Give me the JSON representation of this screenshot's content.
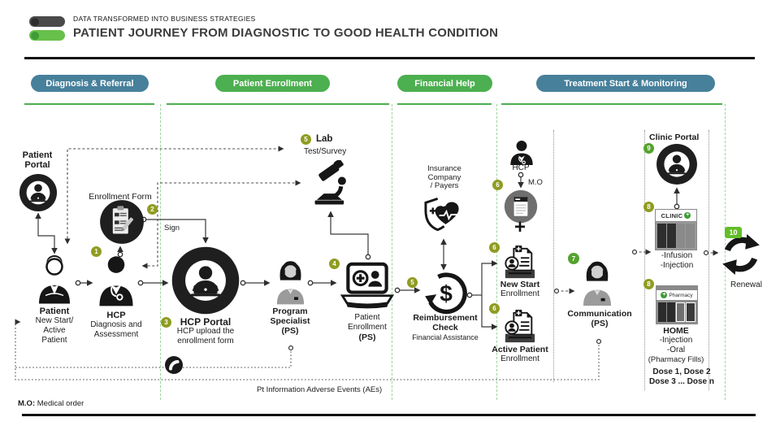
{
  "header": {
    "tagline": "DATA TRANSFORMED INTO BUSINESS STRATEGIES",
    "title": "PATIENT JOURNEY FROM DIAGNOSTIC TO GOOD HEALTH CONDITION"
  },
  "phases": {
    "p1": "Diagnosis & Referral",
    "p2": "Patient Enrollment",
    "p3": "Financial Help",
    "p4": "Treatment Start & Monitoring"
  },
  "badges": {
    "n1": "1",
    "n2": "2",
    "n3": "3",
    "n4": "4",
    "n5a": "5",
    "n5b": "5",
    "n6a": "6",
    "n6b": "6",
    "n6c": "6",
    "n7": "7",
    "n8a": "8",
    "n8b": "8",
    "n9": "9",
    "n10": "10"
  },
  "labels": {
    "patient_portal_1": "Patient",
    "patient_portal_2": "Portal",
    "enrollment_form": "Enrollment Form",
    "sign": "Sign",
    "patient_title": "Patient",
    "patient_sub_1": "New Start/",
    "patient_sub_2": "Active",
    "patient_sub_3": "Patient",
    "hcp_title": "HCP",
    "hcp_sub_1": "Diagnosis and",
    "hcp_sub_2": "Assessment",
    "hcp_portal_title": "HCP Portal",
    "hcp_portal_sub_1": "HCP upload the",
    "hcp_portal_sub_2": "enrollment form",
    "ps_1": "Program",
    "ps_2": "Specialist",
    "ps_3": "(PS)",
    "lab_title": "Lab",
    "lab_sub": "Test/Survey",
    "pe_1": "Patient",
    "pe_2": "Enrollment",
    "pe_3": "(PS)",
    "insurance_1": "Insurance",
    "insurance_2": "Company",
    "insurance_3": "/ Payers",
    "rc_1": "Reimbursement",
    "rc_2": "Check",
    "rc_3": "Financial Assistance",
    "hcp2_title": "HCP",
    "mo": "M.O",
    "plus": "+",
    "dollar": "$",
    "ns_1": "New Start",
    "ns_2": "Enrollment",
    "ap_1": "Active Patient",
    "ap_2": "Enrollment",
    "comm_1": "Communication",
    "comm_2": "(PS)",
    "clinic_portal": "Clinic Portal",
    "clinic_sign": "CLINIC",
    "infusion_1": "-Infusion",
    "infusion_2": "-Injection",
    "pharmacy_sign": "Pharmacy",
    "home_title": "HOME",
    "home_1": "-Injection",
    "home_2": "-Oral",
    "home_3": "(Pharmacy Fills)",
    "dose_1": "Dose 1, Dose 2",
    "dose_2": "Dose 3 ... Dose n",
    "renewal": "Renewal",
    "pt_info": "Pt Information Adverse Events (AEs)"
  },
  "footnote": {
    "key": "M.O:",
    "text": "Medical order"
  },
  "colors": {
    "accent_green": "#4caf50",
    "accent_teal": "#47809b",
    "badge_olive": "#8f9c21",
    "badge_green": "#55a22e",
    "badge_bright": "#63bd28",
    "icon_dark": "#1c1c1c"
  }
}
